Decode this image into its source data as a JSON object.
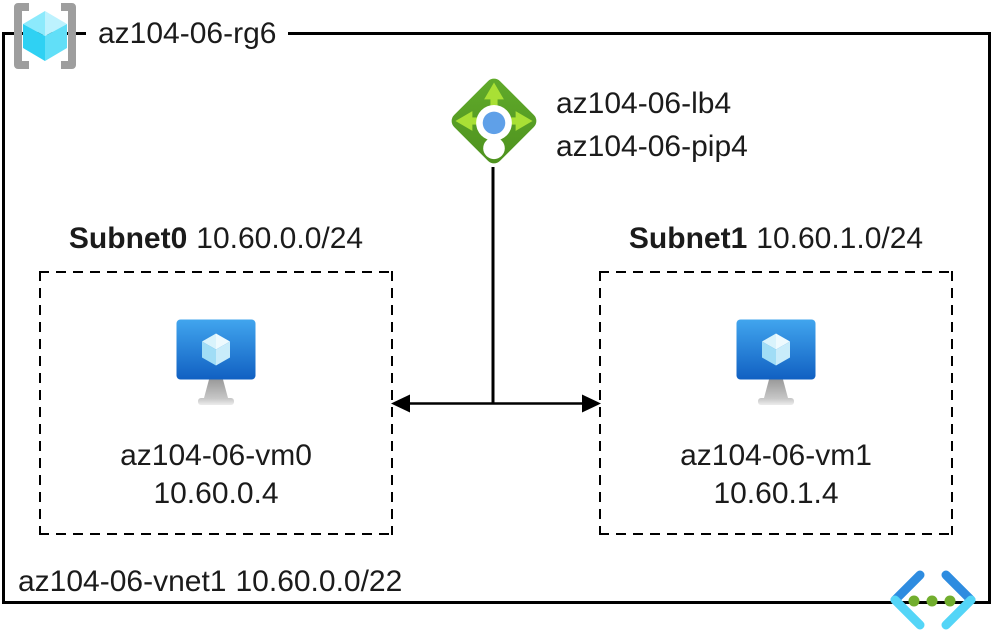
{
  "diagram": {
    "resource_group": {
      "label": "az104-06-rg6",
      "icon": "resource-group-icon"
    },
    "load_balancer": {
      "name": "az104-06-lb4",
      "public_ip": "az104-06-pip4",
      "icon": "load-balancer-icon"
    },
    "subnets": [
      {
        "name": "Subnet0",
        "cidr": "10.60.0.0/24",
        "vm": {
          "name": "az104-06-vm0",
          "ip": "10.60.0.4",
          "icon": "virtual-machine-icon"
        }
      },
      {
        "name": "Subnet1",
        "cidr": "10.60.1.0/24",
        "vm": {
          "name": "az104-06-vm1",
          "ip": "10.60.1.4",
          "icon": "virtual-machine-icon"
        }
      }
    ],
    "vnet": {
      "name": "az104-06-vnet1",
      "cidr": "10.60.0.0/22",
      "icon": "virtual-network-icon"
    },
    "connector": "load-balancer-to-both-subnets-double-arrow",
    "colors": {
      "border": "#000000",
      "text": "#1b1b1b",
      "bracket_gray": "#9e9e9e",
      "cube_cyan_light": "#8ceafc",
      "cube_cyan_dark": "#2fd1f3",
      "lb_green_body": "#55a028",
      "lb_green_arrows": "#a9e035",
      "lb_blue_dot": "#5fa0e8",
      "vm_blue_top": "#41a5ee",
      "vm_blue_bottom": "#1160c2",
      "vnet_blue": "#2e8ce0",
      "vnet_cyan": "#54d5f7",
      "vnet_green": "#72ae2e"
    }
  }
}
